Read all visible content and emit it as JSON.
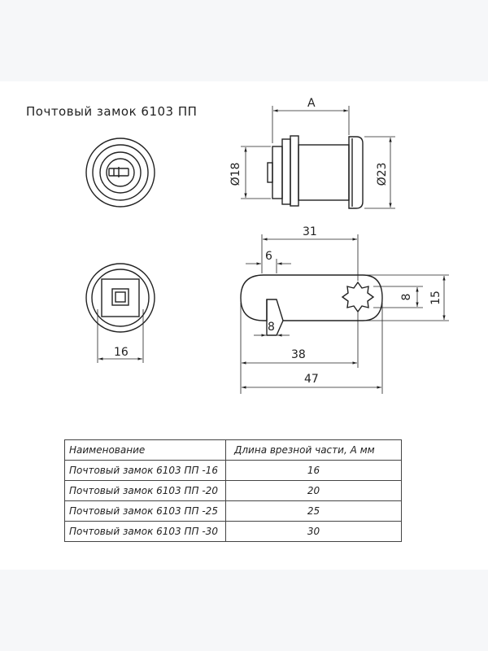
{
  "title": "Почтовый замок 6103 ПП",
  "dimensions": {
    "a": "A",
    "d18": "Ø18",
    "d23": "Ø23",
    "d31": "31",
    "d6": "6",
    "d8_left": "8",
    "d8_right": "8",
    "d15": "15",
    "d38": "38",
    "d47": "47",
    "d16": "16"
  },
  "table": {
    "headers": [
      "Наименование",
      "Длина врезной части, А мм"
    ],
    "rows": [
      {
        "name": "Почтовый замок 6103 ПП -16",
        "length": "16"
      },
      {
        "name": "Почтовый замок 6103 ПП -20",
        "length": "20"
      },
      {
        "name": "Почтовый замок 6103 ПП -25",
        "length": "25"
      },
      {
        "name": "Почтовый замок 6103 ПП -30",
        "length": "30"
      }
    ]
  },
  "colors": {
    "background": "#f6f7f9",
    "sheet": "#ffffff",
    "line": "#222222"
  }
}
